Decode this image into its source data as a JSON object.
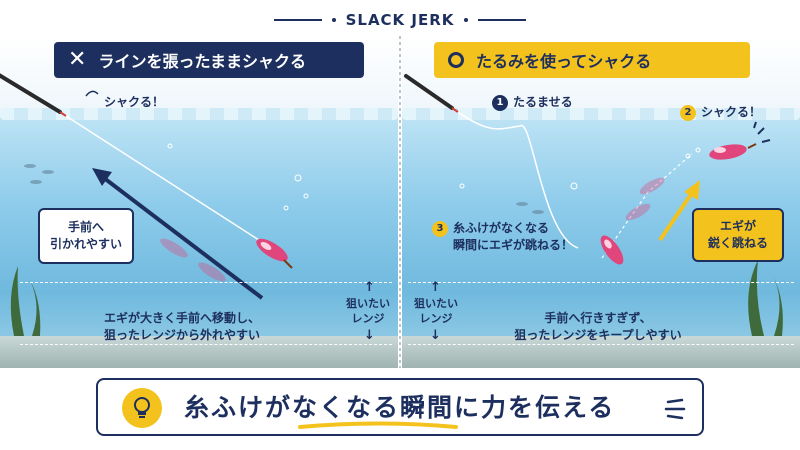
{
  "title": "SLACK JERK",
  "left_panel": {
    "header": "ラインを張ったままシャクる",
    "header_icon": "cross-icon",
    "jerk_label": "シャクる！",
    "pull_box": [
      "手前へ",
      "引かれやすい"
    ],
    "note": [
      "エギが大きく手前へ移動し、",
      "狙ったレンジから外れやすい"
    ],
    "range": [
      "狙いたい",
      "レンジ"
    ]
  },
  "right_panel": {
    "header": "たるみを使ってシャクる",
    "header_icon": "circle-icon",
    "step1": {
      "num": "1",
      "text": "たるませる"
    },
    "step2": {
      "num": "2",
      "text": "シャクる！"
    },
    "step3": {
      "num": "3",
      "lines": [
        "糸ふけがなくなる",
        "瞬間にエギが跳ねる！"
      ]
    },
    "effect_box": [
      "エギが",
      "鋭く跳ねる"
    ],
    "range": [
      "狙いたい",
      "レンジ"
    ],
    "note": [
      "手前へ行きすぎず、",
      "狙ったレンジをキープしやすい"
    ]
  },
  "banner": {
    "text": "糸ふけがなくなる瞬間に力を伝える",
    "icon": "light-bulb-icon"
  },
  "colors": {
    "navy": "#1d2f5e",
    "yellow": "#f4c21c",
    "egi_pink": "#e0457b",
    "water": "#8fcceb"
  }
}
